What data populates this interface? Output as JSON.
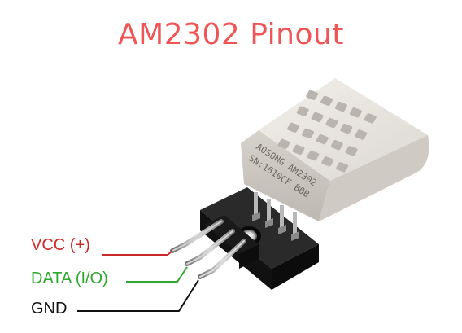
{
  "title": "AM2302 Pinout",
  "sensor": {
    "brand": "AOSONG AM2302",
    "serial": "SN:1610CF B0B"
  },
  "pins": [
    {
      "label": "VCC (+)",
      "color": "#cc2a2a"
    },
    {
      "label": "DATA (I/O)",
      "color": "#2ea830"
    },
    {
      "label": "GND",
      "color": "#111111"
    }
  ],
  "colors": {
    "title": "#f05454",
    "housing": "#e4e1dc",
    "housing_shadow": "#c9c5bf",
    "pcb": "#1b1b1b",
    "pin_metal": "#9a9a9a"
  }
}
